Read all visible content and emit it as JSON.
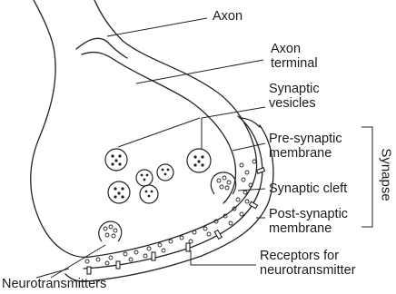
{
  "labels": {
    "axon": "Axon",
    "axon_terminal": "Axon\nterminal",
    "synaptic_vesicles": "Synaptic\nvesicles",
    "pre_synaptic_membrane": "Pre-synaptic\nmembrane",
    "synaptic_cleft": "Synaptic cleft",
    "post_synaptic_membrane": "Post-synaptic\nmembrane",
    "receptors": "Receptors for\nneurotransmitter",
    "neurotransmitters": "Neurotransmitters",
    "synapse": "Synapse"
  }
}
